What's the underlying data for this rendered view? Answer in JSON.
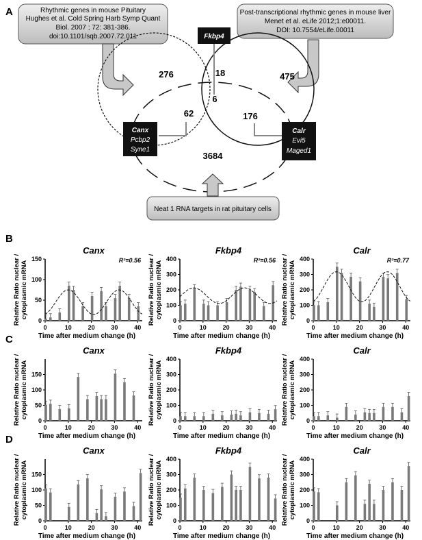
{
  "panels": {
    "a": "A",
    "b": "B",
    "c": "C",
    "d": "D"
  },
  "venn": {
    "box_left": [
      "Rhythmic genes in mouse Pituitary",
      "Hughes et al. Cold Spring Harb Symp Quant",
      "Biol. 2007 ; 72: 381-386.",
      "doi:10.1101/sqb.2007.72.011"
    ],
    "box_right": [
      "Post-transcriptional rhythmic genes in mouse liver",
      "Menet et al. eLife 2012;1:e00011.",
      "DOI: 10.7554/eLife.00011"
    ],
    "box_bottom": "Neat 1 RNA targets in rat pituitary cells",
    "counts": {
      "left_only": "276",
      "right_only": "475",
      "top_overlap": "18",
      "center": "6",
      "left_bottom": "62",
      "right_bottom": "176",
      "bottom_only": "3684"
    },
    "gene_top": "Fkbp4",
    "gene_left": [
      "Canx",
      "Pcbp2",
      "Syne1"
    ],
    "gene_right": [
      "Calr",
      "Evi5",
      "Maged1"
    ],
    "colors": {
      "box_fill": "#d0d0d0",
      "gene_box_fill": "#111111",
      "arrow_fill": "#c8c8c8"
    }
  },
  "chart_data": [
    {
      "panel": "B",
      "type": "bar",
      "title": "Canx",
      "xlabel": "Time after medium change (h)",
      "ylabel": "Relative Ratio nuclear / cytoplasmic mRNA",
      "ylim": [
        0,
        150
      ],
      "yticks": [
        0,
        50,
        100,
        150
      ],
      "xlim": [
        0,
        42
      ],
      "xticks": [
        0,
        10,
        20,
        30,
        40
      ],
      "annotation": "R²=0.56",
      "fit": "sinusoid",
      "x": [
        0,
        2,
        6,
        10,
        12,
        16,
        20,
        24,
        26,
        30,
        32,
        36,
        40
      ],
      "values": [
        5,
        8,
        20,
        85,
        75,
        35,
        60,
        72,
        35,
        55,
        85,
        55,
        35
      ]
    },
    {
      "panel": "B",
      "type": "bar",
      "title": "Fkbp4",
      "xlabel": "Time after medium change (h)",
      "ylabel": "Relative Ratio nuclear / cytoplasmic mRNA",
      "ylim": [
        0,
        400
      ],
      "yticks": [
        0,
        100,
        200,
        300,
        400
      ],
      "xlim": [
        0,
        42
      ],
      "xticks": [
        0,
        10,
        20,
        30,
        40
      ],
      "annotation": "R²=0.56",
      "fit": "sinusoid",
      "x": [
        0,
        2,
        6,
        10,
        12,
        16,
        20,
        24,
        26,
        30,
        32,
        36,
        40
      ],
      "values": [
        100,
        110,
        210,
        110,
        100,
        100,
        120,
        200,
        220,
        200,
        185,
        95,
        230
      ]
    },
    {
      "panel": "B",
      "type": "bar",
      "title": "Calr",
      "xlabel": "Time after medium change (h)",
      "ylabel": "Relative Ratio nuclear / cytoplasmic mRNA",
      "ylim": [
        0,
        400
      ],
      "yticks": [
        0,
        100,
        200,
        300,
        400
      ],
      "xlim": [
        0,
        42
      ],
      "xticks": [
        0,
        10,
        20,
        30,
        40
      ],
      "annotation": "R²=0.77",
      "fit": "sinusoid",
      "x": [
        0,
        2,
        6,
        10,
        12,
        16,
        20,
        24,
        26,
        30,
        32,
        36,
        40
      ],
      "values": [
        100,
        100,
        120,
        350,
        310,
        285,
        255,
        110,
        90,
        285,
        275,
        310,
        140
      ]
    },
    {
      "panel": "C",
      "type": "bar",
      "title": "Canx",
      "xlabel": "Time after medium change (h)",
      "ylabel": "Relative Ratio nuclear / cytoplasmic mRNA",
      "ylim": [
        0,
        200
      ],
      "yticks": [
        0,
        50,
        100,
        150
      ],
      "xlim": [
        0,
        42
      ],
      "xticks": [
        0,
        10,
        20,
        30,
        40
      ],
      "x": [
        0,
        2,
        6,
        10,
        14,
        18,
        22,
        24,
        26,
        30,
        34,
        38
      ],
      "values": [
        52,
        55,
        38,
        40,
        142,
        70,
        80,
        70,
        70,
        153,
        125,
        82
      ]
    },
    {
      "panel": "C",
      "type": "bar",
      "title": "Fkbp4",
      "xlabel": "Time after medium change (h)",
      "ylabel": "Relative Ratio nuclear / cytoplasmic mRNA",
      "ylim": [
        0,
        400
      ],
      "yticks": [
        0,
        100,
        200,
        300,
        400
      ],
      "xlim": [
        0,
        42
      ],
      "xticks": [
        0,
        10,
        20,
        30,
        40
      ],
      "x": [
        0,
        2,
        6,
        10,
        14,
        18,
        22,
        24,
        26,
        30,
        34,
        38,
        41
      ],
      "values": [
        30,
        30,
        30,
        30,
        45,
        35,
        40,
        45,
        35,
        55,
        50,
        45,
        75
      ]
    },
    {
      "panel": "C",
      "type": "bar",
      "title": "Calr",
      "xlabel": "Time after medium change (h)",
      "ylabel": "Relative Ratio nuclear / cytoplasmic mRNA",
      "ylim": [
        0,
        400
      ],
      "yticks": [
        0,
        100,
        200,
        300,
        400
      ],
      "xlim": [
        0,
        42
      ],
      "xticks": [
        0,
        10,
        20,
        30,
        40
      ],
      "x": [
        0,
        2,
        6,
        10,
        14,
        18,
        22,
        24,
        26,
        30,
        34,
        38,
        41
      ],
      "values": [
        30,
        30,
        35,
        20,
        90,
        40,
        55,
        50,
        50,
        90,
        90,
        55,
        160
      ]
    },
    {
      "panel": "D",
      "type": "bar",
      "title": "Canx",
      "xlabel": "Time after medium change (h)",
      "ylabel": "Relative Ratio nuclear / cytoplasmic mRNA",
      "ylim": [
        0,
        200
      ],
      "yticks": [
        0,
        50,
        100,
        150
      ],
      "xlim": [
        0,
        42
      ],
      "xticks": [
        0,
        10,
        20,
        30,
        40
      ],
      "x": [
        0,
        2,
        10,
        14,
        18,
        22,
        24,
        26,
        30,
        34,
        38,
        41
      ],
      "values": [
        105,
        92,
        45,
        118,
        138,
        25,
        102,
        15,
        78,
        95,
        48,
        155
      ]
    },
    {
      "panel": "D",
      "type": "bar",
      "title": "Fkbp4",
      "xlabel": "Time after medium change (h)",
      "ylabel": "Relative Ratio nuclear / cytoplasmic mRNA",
      "ylim": [
        0,
        400
      ],
      "yticks": [
        0,
        100,
        200,
        300,
        400
      ],
      "xlim": [
        0,
        42
      ],
      "xticks": [
        0,
        10,
        20,
        30,
        40
      ],
      "x": [
        0,
        2,
        6,
        10,
        14,
        18,
        22,
        24,
        26,
        30,
        34,
        38,
        41
      ],
      "values": [
        150,
        210,
        280,
        200,
        180,
        220,
        300,
        200,
        200,
        350,
        275,
        280,
        145
      ]
    },
    {
      "panel": "D",
      "type": "bar",
      "title": "Calr",
      "xlabel": "Time after medium change (h)",
      "ylabel": "Relative Ratio nuclear / cytoplasmic mRNA",
      "ylim": [
        0,
        400
      ],
      "yticks": [
        0,
        100,
        200,
        300,
        400
      ],
      "xlim": [
        0,
        42
      ],
      "xticks": [
        0,
        10,
        20,
        30,
        40
      ],
      "x": [
        0,
        2,
        10,
        14,
        18,
        22,
        24,
        26,
        30,
        34,
        38,
        41
      ],
      "values": [
        190,
        185,
        100,
        250,
        295,
        110,
        240,
        110,
        200,
        250,
        200,
        355
      ]
    }
  ]
}
